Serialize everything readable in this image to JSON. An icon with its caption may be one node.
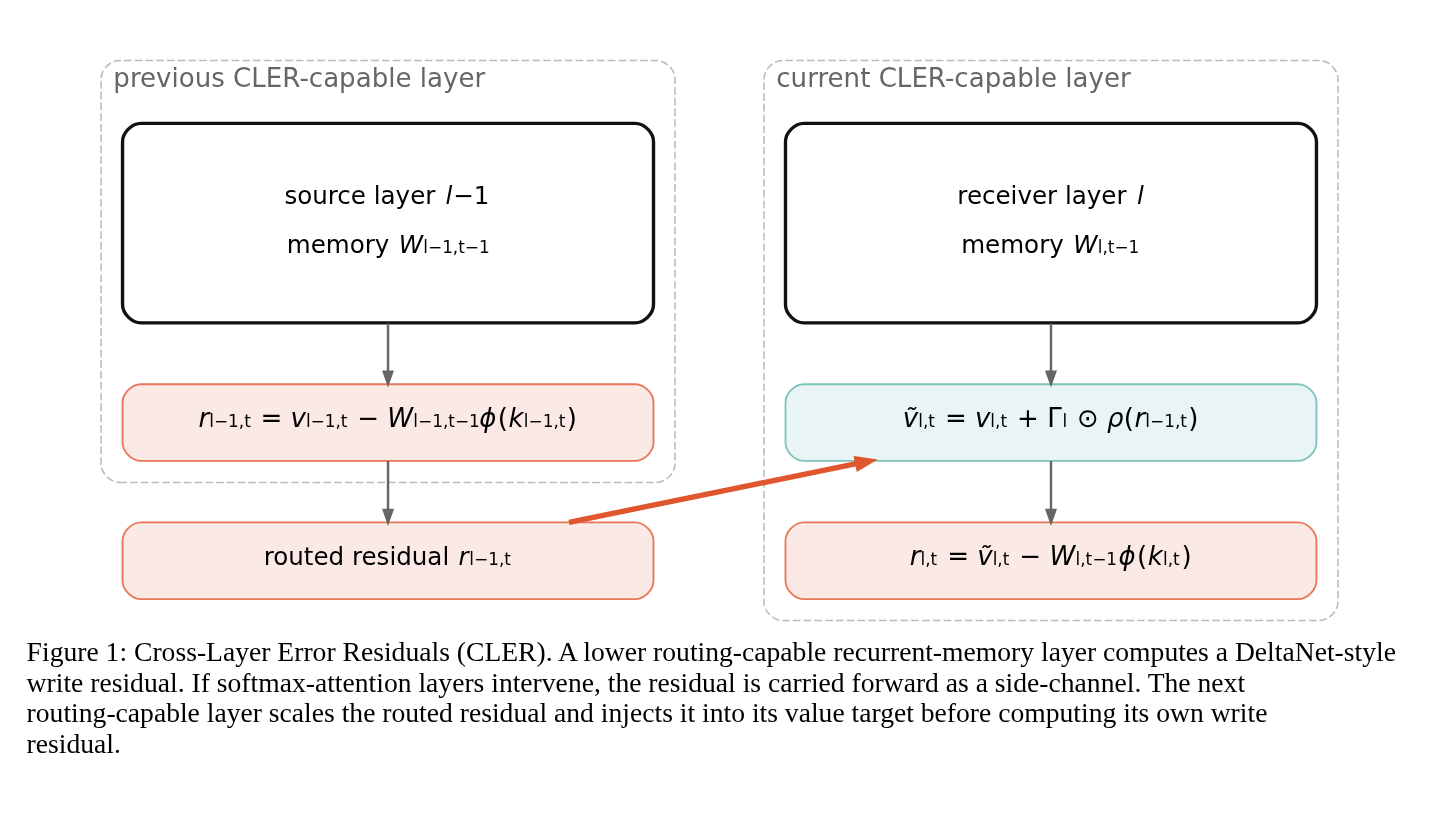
{
  "diagram": {
    "caption": "Figure 1: Cross-Layer Error Residuals (CLER). A lower routing-capable recurrent-memory layer computes a DeltaNet-style write residual. If softmax-attention layers intervene, the residual is carried forward as a side-channel. The next routing-capable layer scales the routed residual and injects it into its value target before computing its own write residual.",
    "nodes": [
      {
        "text": [
          "previous CLER-capable layer"
        ]
      },
      {
        "text": [
          "source layer *l*−1",
          "memory *W*$_{l−1,t−1}$"
        ],
        "in": 0
      },
      {
        "text": [
          "*r*$_{l−1,t}$ = *v*$_{l−1,t}$ − *W*$_{l−1,t−1}$*ϕ*(*k*$_{l−1,t}$)"
        ],
        "in": 0
      },
      {
        "text": [
          "routed residual *r*$_{l−1,t}$"
        ]
      },
      {
        "text": [
          "current CLER-capable layer"
        ]
      },
      {
        "text": [
          "receiver layer *l*",
          "memory *W*$_{l,t−1}$"
        ],
        "in": 4
      },
      {
        "text": [
          "*ṽ*$_{l,t}$ = *v*$_{l,t}$ + Γ$_{l}$ ⊙ *ρ*(*r*$_{l−1,t}$)"
        ],
        "in": 4
      },
      {
        "text": [
          "*r*$_{l,t}$ = *ṽ*$_{l,t}$ − *W*$_{l,t−1}$*ϕ*(*k*$_{l,t}$)"
        ],
        "in": 4
      }
    ],
    "edges": [
      {
        "from": 1,
        "to": 2,
        "arrow": "to"
      },
      {
        "from": 2,
        "to": 3,
        "arrow": "to"
      },
      {
        "from": 3,
        "to": 6,
        "arrow": "to",
        "style": "thick",
        "color": "#e0562e"
      },
      {
        "from": 5,
        "to": 6,
        "arrow": "to"
      },
      {
        "from": 6,
        "to": 7,
        "arrow": "to"
      }
    ]
  }
}
